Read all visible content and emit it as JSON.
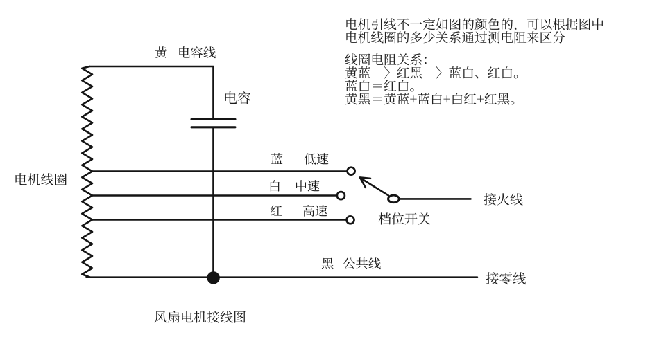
{
  "image": {
    "type": "wiring-diagram",
    "background": "#ffffff",
    "ink": "#1a1a1a",
    "title": "风扇电机接线图"
  },
  "annotation": {
    "para1": [
      "电机引线不一定如图的颜色的，可以根据图中",
      "电机线圈的多少关系通过测电阻来区分"
    ],
    "para2": [
      "线圈电阻关系：",
      "黄蓝　〉红黑　〉蓝白、红白。",
      "蓝白＝红白。",
      "黄黑＝黄蓝+蓝白+白红+红黑。"
    ]
  },
  "diagram": {
    "motor_coil_label": "电机线圈",
    "capacitor_label": "电容",
    "capacitor_wire": {
      "color": "黄",
      "name": "电容线"
    },
    "speed_taps": [
      {
        "color": "蓝",
        "speed": "低速"
      },
      {
        "color": "白",
        "speed": "中速"
      },
      {
        "color": "红",
        "speed": "高速"
      }
    ],
    "switch_label": "档位开关",
    "live_wire_label": "接火线",
    "common_wire": {
      "color": "黑",
      "name": "公共线"
    },
    "neutral_wire_label": "接零线",
    "caption": "风扇电机接线图"
  }
}
